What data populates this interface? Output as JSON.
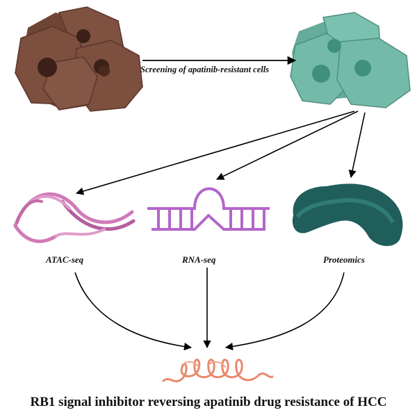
{
  "screening_label": "Screening of apatinib-resistant  cells",
  "omics": {
    "atac": "ATAC-seq",
    "rna": "RNA-seq",
    "proteomics": "Proteomics"
  },
  "title": "RB1 signal inhibitor reversing apatinib drug resistance of HCC",
  "colors": {
    "parental_cells": "#7a4d3d",
    "resistant_cells": "#6fb7a6",
    "dna_helix": "#d07ab8",
    "rna_hairpin": "#b466c9",
    "proteome": "#1f5e5b",
    "coiled_protein": "#e8886c"
  }
}
